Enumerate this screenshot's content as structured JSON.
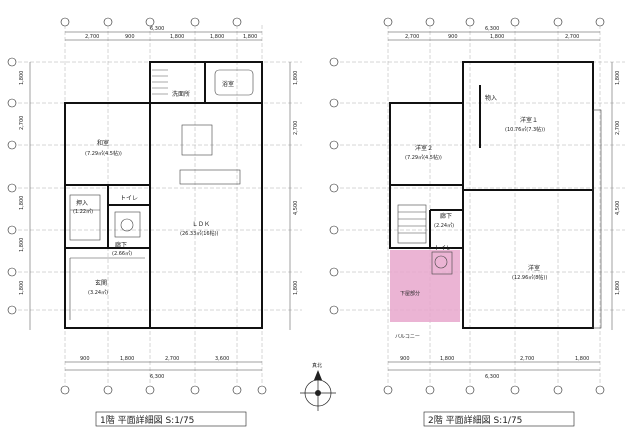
{
  "plan1": {
    "dims_top": [
      "2,700",
      "900",
      "1,800",
      "1,800",
      "1,800"
    ],
    "dim_total_top": "6,300",
    "dims_bottom": [
      "900",
      "1,800",
      "2,700",
      "3,600"
    ],
    "dim_total_bottom": "6,300",
    "dims_left": [
      "1,800",
      "2,700",
      "1,800",
      "1,800",
      "1,800"
    ],
    "dims_right": [
      "1,800",
      "2,700",
      "4,500",
      "1,800"
    ],
    "rooms": {
      "washroom": "洗面所",
      "bath": "浴室",
      "japanese": "和室",
      "japanese_area": "(7.29㎡(4.5帖))",
      "toilet": "トイレ",
      "closet": "押入",
      "closet_area": "(1.22㎡)",
      "hall": "廊下",
      "hall_area": "(2.66㎡)",
      "entrance": "玄関",
      "entrance_area": "(3.24㎡)",
      "ldk": "ＬＤＫ",
      "ldk_area": "(26.33㎡(16帖))"
    },
    "caption": "1階  平面詳細図  S:1/75"
  },
  "plan2": {
    "dims_top": [
      "2,700",
      "900",
      "1,800",
      "2,700"
    ],
    "dim_total_top": "6,300",
    "dims_bottom": [
      "900",
      "1,800",
      "2,700",
      "1,800"
    ],
    "dim_total_bottom": "6,300",
    "dims_right": [
      "1,800",
      "2,700",
      "4,500",
      "1,800"
    ],
    "rooms": {
      "western1": "洋室１",
      "western1_area": "(10.76㎡(7.3帖))",
      "western2": "洋室２",
      "western2_area": "(7.29㎡(4.5帖))",
      "storage": "物入",
      "hall": "廊下",
      "hall_area": "(2.24㎡)",
      "toilet": "トイレ",
      "western3": "洋室",
      "western3_area": "(12.96㎡(8帖))",
      "under_roof": "下屋部分",
      "balcony": "バルコニー"
    },
    "caption": "2階  平面詳細図  S:1/75"
  },
  "compass": {
    "label": "真北"
  },
  "colors": {
    "highlight": "#e8a7cc",
    "line": "#222222"
  }
}
